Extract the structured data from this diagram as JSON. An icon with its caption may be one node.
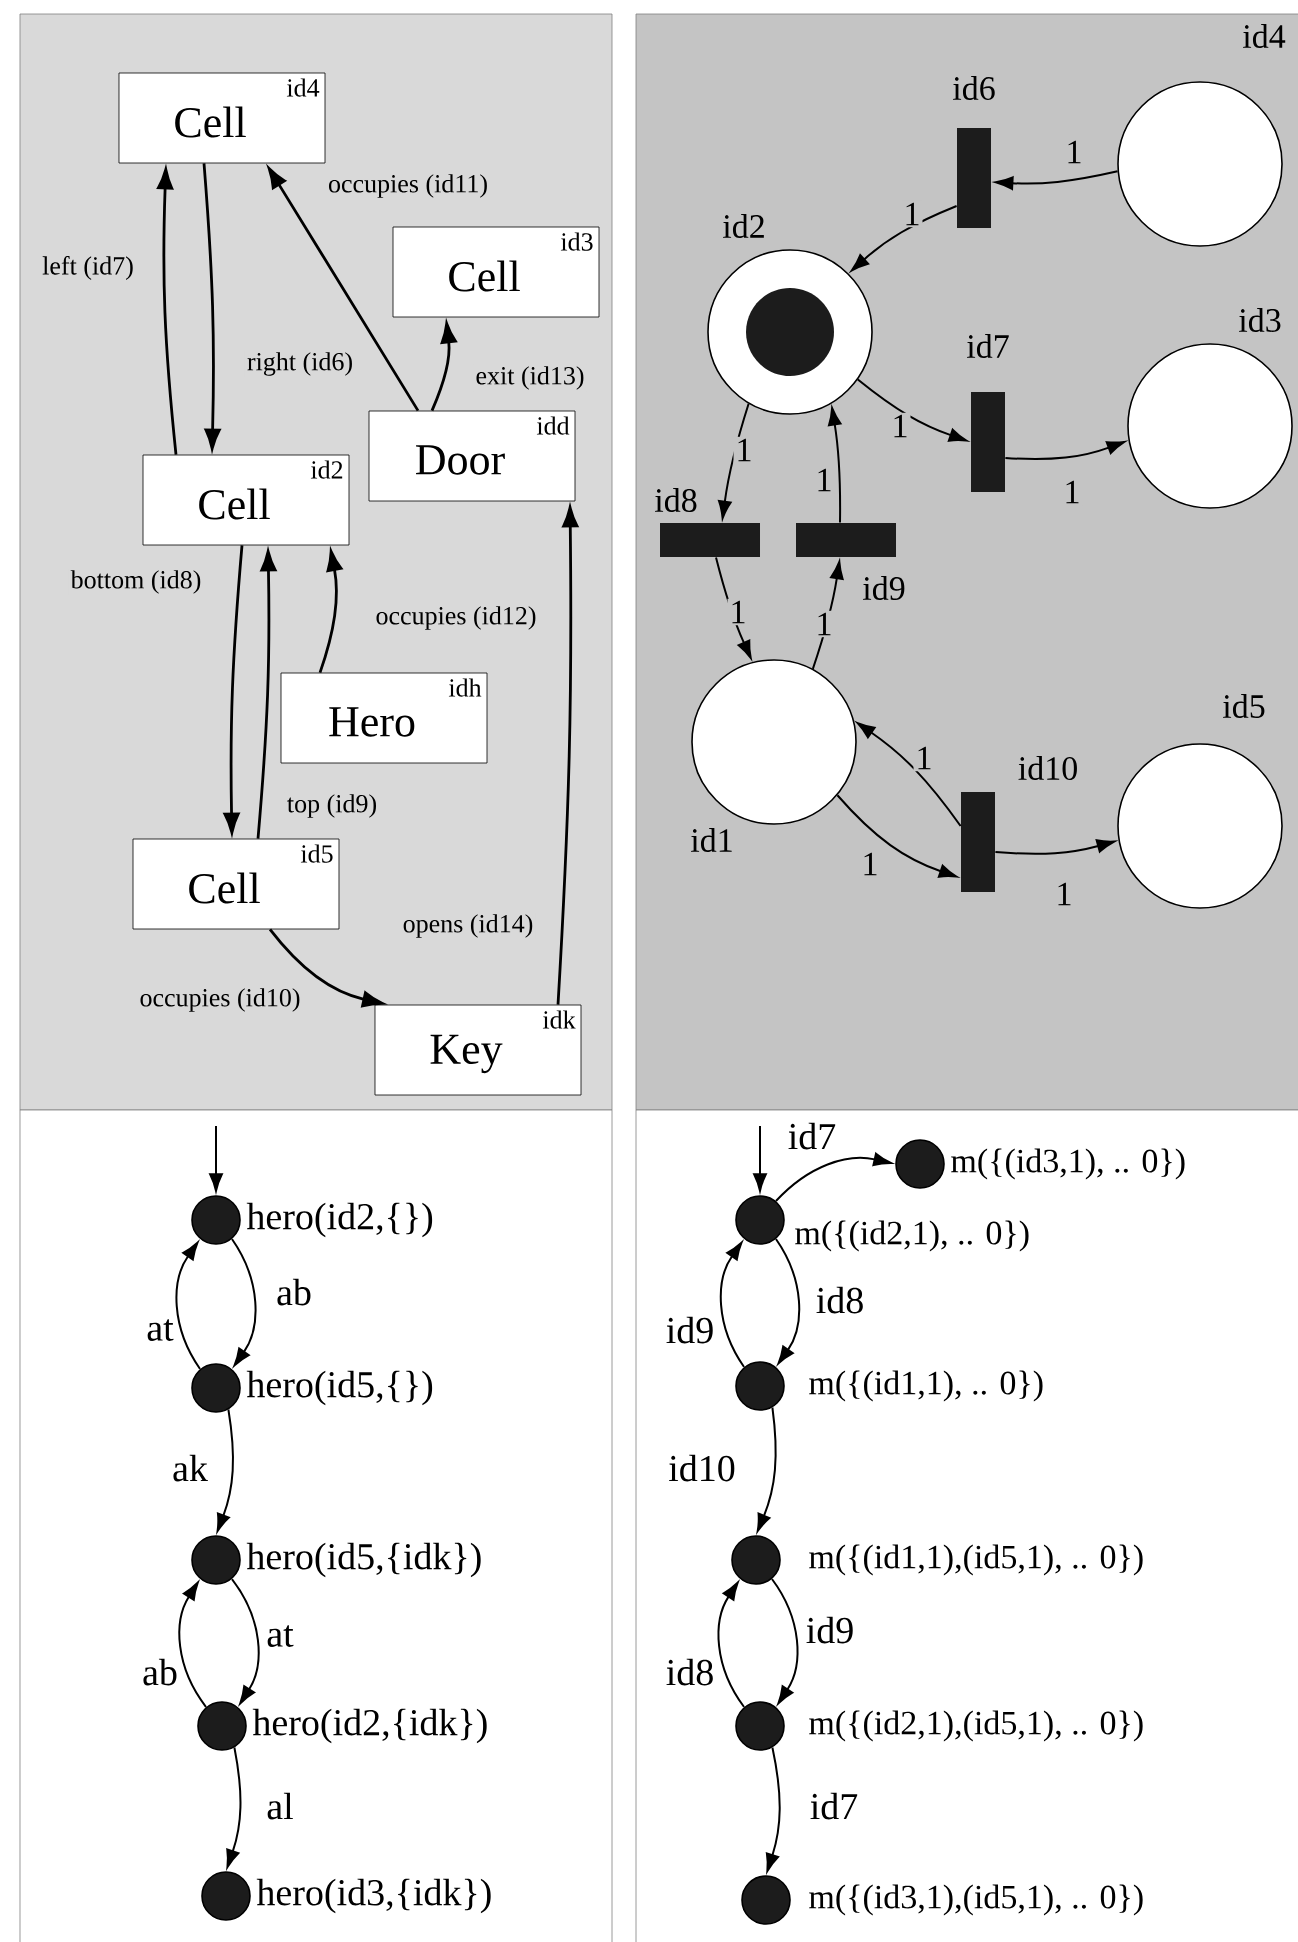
{
  "diagram": {
    "nodes": [
      {
        "text": [
          "Cell",
          "id4"
        ]
      },
      {
        "text": [
          "Cell",
          "id3"
        ]
      },
      {
        "text": [
          "Door",
          "idd"
        ]
      },
      {
        "text": [
          "Cell",
          "id2"
        ]
      },
      {
        "text": [
          "Hero",
          "idh"
        ]
      },
      {
        "text": [
          "Cell",
          "id5"
        ]
      },
      {
        "text": [
          "Key",
          "idk"
        ]
      },
      {
        "text": [],
        "shape": "circle",
        "beside": [
          "id4"
        ]
      },
      {
        "text": [],
        "shape": "bar",
        "beside": [
          "id6"
        ]
      },
      {
        "text": [],
        "shape": "circle",
        "beside": [
          "id2"
        ]
      },
      {
        "text": [],
        "shape": "bar",
        "beside": [
          "id7"
        ]
      },
      {
        "text": [],
        "shape": "circle",
        "beside": [
          "id3"
        ]
      },
      {
        "text": [],
        "shape": "bar",
        "beside": [
          "id8"
        ]
      },
      {
        "text": [],
        "shape": "bar",
        "beside": [
          "id9"
        ]
      },
      {
        "text": [],
        "shape": "circle",
        "beside": [
          "id1"
        ]
      },
      {
        "text": [],
        "shape": "bar",
        "beside": [
          "id10"
        ]
      },
      {
        "text": [],
        "shape": "circle",
        "beside": [
          "id5"
        ]
      },
      {
        "text": [],
        "shape": "circle",
        "beside": [
          "hero(id2,{})"
        ]
      },
      {
        "text": [],
        "shape": "circle",
        "beside": [
          "hero(id5,{})"
        ]
      },
      {
        "text": [],
        "shape": "circle",
        "beside": [
          "hero(id5,{idk})"
        ]
      },
      {
        "text": [],
        "shape": "circle",
        "beside": [
          "hero(id2,{idk})"
        ]
      },
      {
        "text": [],
        "shape": "circle",
        "beside": [
          "hero(id3,{idk})"
        ]
      },
      {
        "text": [],
        "shape": "circle",
        "beside": [
          "m({(id2,1), .. 0})"
        ]
      },
      {
        "text": [],
        "shape": "circle",
        "beside": [
          "m({(id3,1), .. 0})"
        ]
      },
      {
        "text": [],
        "shape": "circle",
        "beside": [
          "m({(id1,1), .. 0})"
        ]
      },
      {
        "text": [],
        "shape": "circle",
        "beside": [
          "m({(id1,1),(id5,1), .. 0})"
        ]
      },
      {
        "text": [],
        "shape": "circle",
        "beside": [
          "m({(id2,1),(id5,1), .. 0})"
        ]
      },
      {
        "text": [],
        "shape": "circle",
        "beside": [
          "m({(id3,1),(id5,1), .. 0})"
        ]
      }
    ],
    "edges": [
      {
        "from": 3,
        "to": 0,
        "arrow": "to",
        "label": "left (id7)"
      },
      {
        "from": 0,
        "to": 3,
        "arrow": "to",
        "label": "right (id6)"
      },
      {
        "from": 2,
        "to": 0,
        "arrow": "to",
        "label": "occupies (id11)"
      },
      {
        "from": 2,
        "to": 1,
        "arrow": "to",
        "label": "exit (id13)"
      },
      {
        "from": 3,
        "to": 5,
        "arrow": "to",
        "label": "bottom (id8)"
      },
      {
        "from": 5,
        "to": 3,
        "arrow": "to",
        "label": "top (id9)"
      },
      {
        "from": 4,
        "to": 3,
        "arrow": "to",
        "label": "occupies (id12)"
      },
      {
        "from": 5,
        "to": 6,
        "arrow": "to",
        "label": "occupies (id10)"
      },
      {
        "from": 6,
        "to": 2,
        "arrow": "to",
        "label": "opens (id14)"
      },
      {
        "from": 7,
        "to": 8,
        "arrow": "to",
        "label": "1"
      },
      {
        "from": 8,
        "to": 9,
        "arrow": "to",
        "label": "1"
      },
      {
        "from": 9,
        "to": 10,
        "arrow": "to",
        "label": "1"
      },
      {
        "from": 10,
        "to": 11,
        "arrow": "to",
        "label": "1"
      },
      {
        "from": 9,
        "to": 12,
        "arrow": "to",
        "label": "1"
      },
      {
        "from": 12,
        "to": 14,
        "arrow": "to",
        "label": "1"
      },
      {
        "from": 14,
        "to": 13,
        "arrow": "to",
        "label": "1"
      },
      {
        "from": 13,
        "to": 9,
        "arrow": "to",
        "label": "1"
      },
      {
        "from": 14,
        "to": 15,
        "arrow": "to",
        "label": "1"
      },
      {
        "from": 15,
        "to": 14,
        "arrow": "to",
        "label": "1"
      },
      {
        "from": 15,
        "to": 16,
        "arrow": "to",
        "label": "1"
      },
      {
        "from": null,
        "to": 17,
        "arrow": "to"
      },
      {
        "from": 17,
        "to": 18,
        "arrow": "to",
        "label": "ab"
      },
      {
        "from": 18,
        "to": 17,
        "arrow": "to",
        "label": "at"
      },
      {
        "from": 18,
        "to": 19,
        "arrow": "to",
        "label": "ak"
      },
      {
        "from": 19,
        "to": 20,
        "arrow": "to",
        "label": "at"
      },
      {
        "from": 20,
        "to": 19,
        "arrow": "to",
        "label": "ab"
      },
      {
        "from": 20,
        "to": 21,
        "arrow": "to",
        "label": "al"
      },
      {
        "from": null,
        "to": 22,
        "arrow": "to"
      },
      {
        "from": 22,
        "to": 23,
        "arrow": "to",
        "label": "id7"
      },
      {
        "from": 22,
        "to": 24,
        "arrow": "to",
        "label": "id8"
      },
      {
        "from": 24,
        "to": 22,
        "arrow": "to",
        "label": "id9"
      },
      {
        "from": 24,
        "to": 25,
        "arrow": "to",
        "label": "id10"
      },
      {
        "from": 25,
        "to": 26,
        "arrow": "to",
        "label": "id9"
      },
      {
        "from": 26,
        "to": 25,
        "arrow": "to",
        "label": "id8"
      },
      {
        "from": 26,
        "to": 27,
        "arrow": "to",
        "label": "id7"
      }
    ]
  }
}
